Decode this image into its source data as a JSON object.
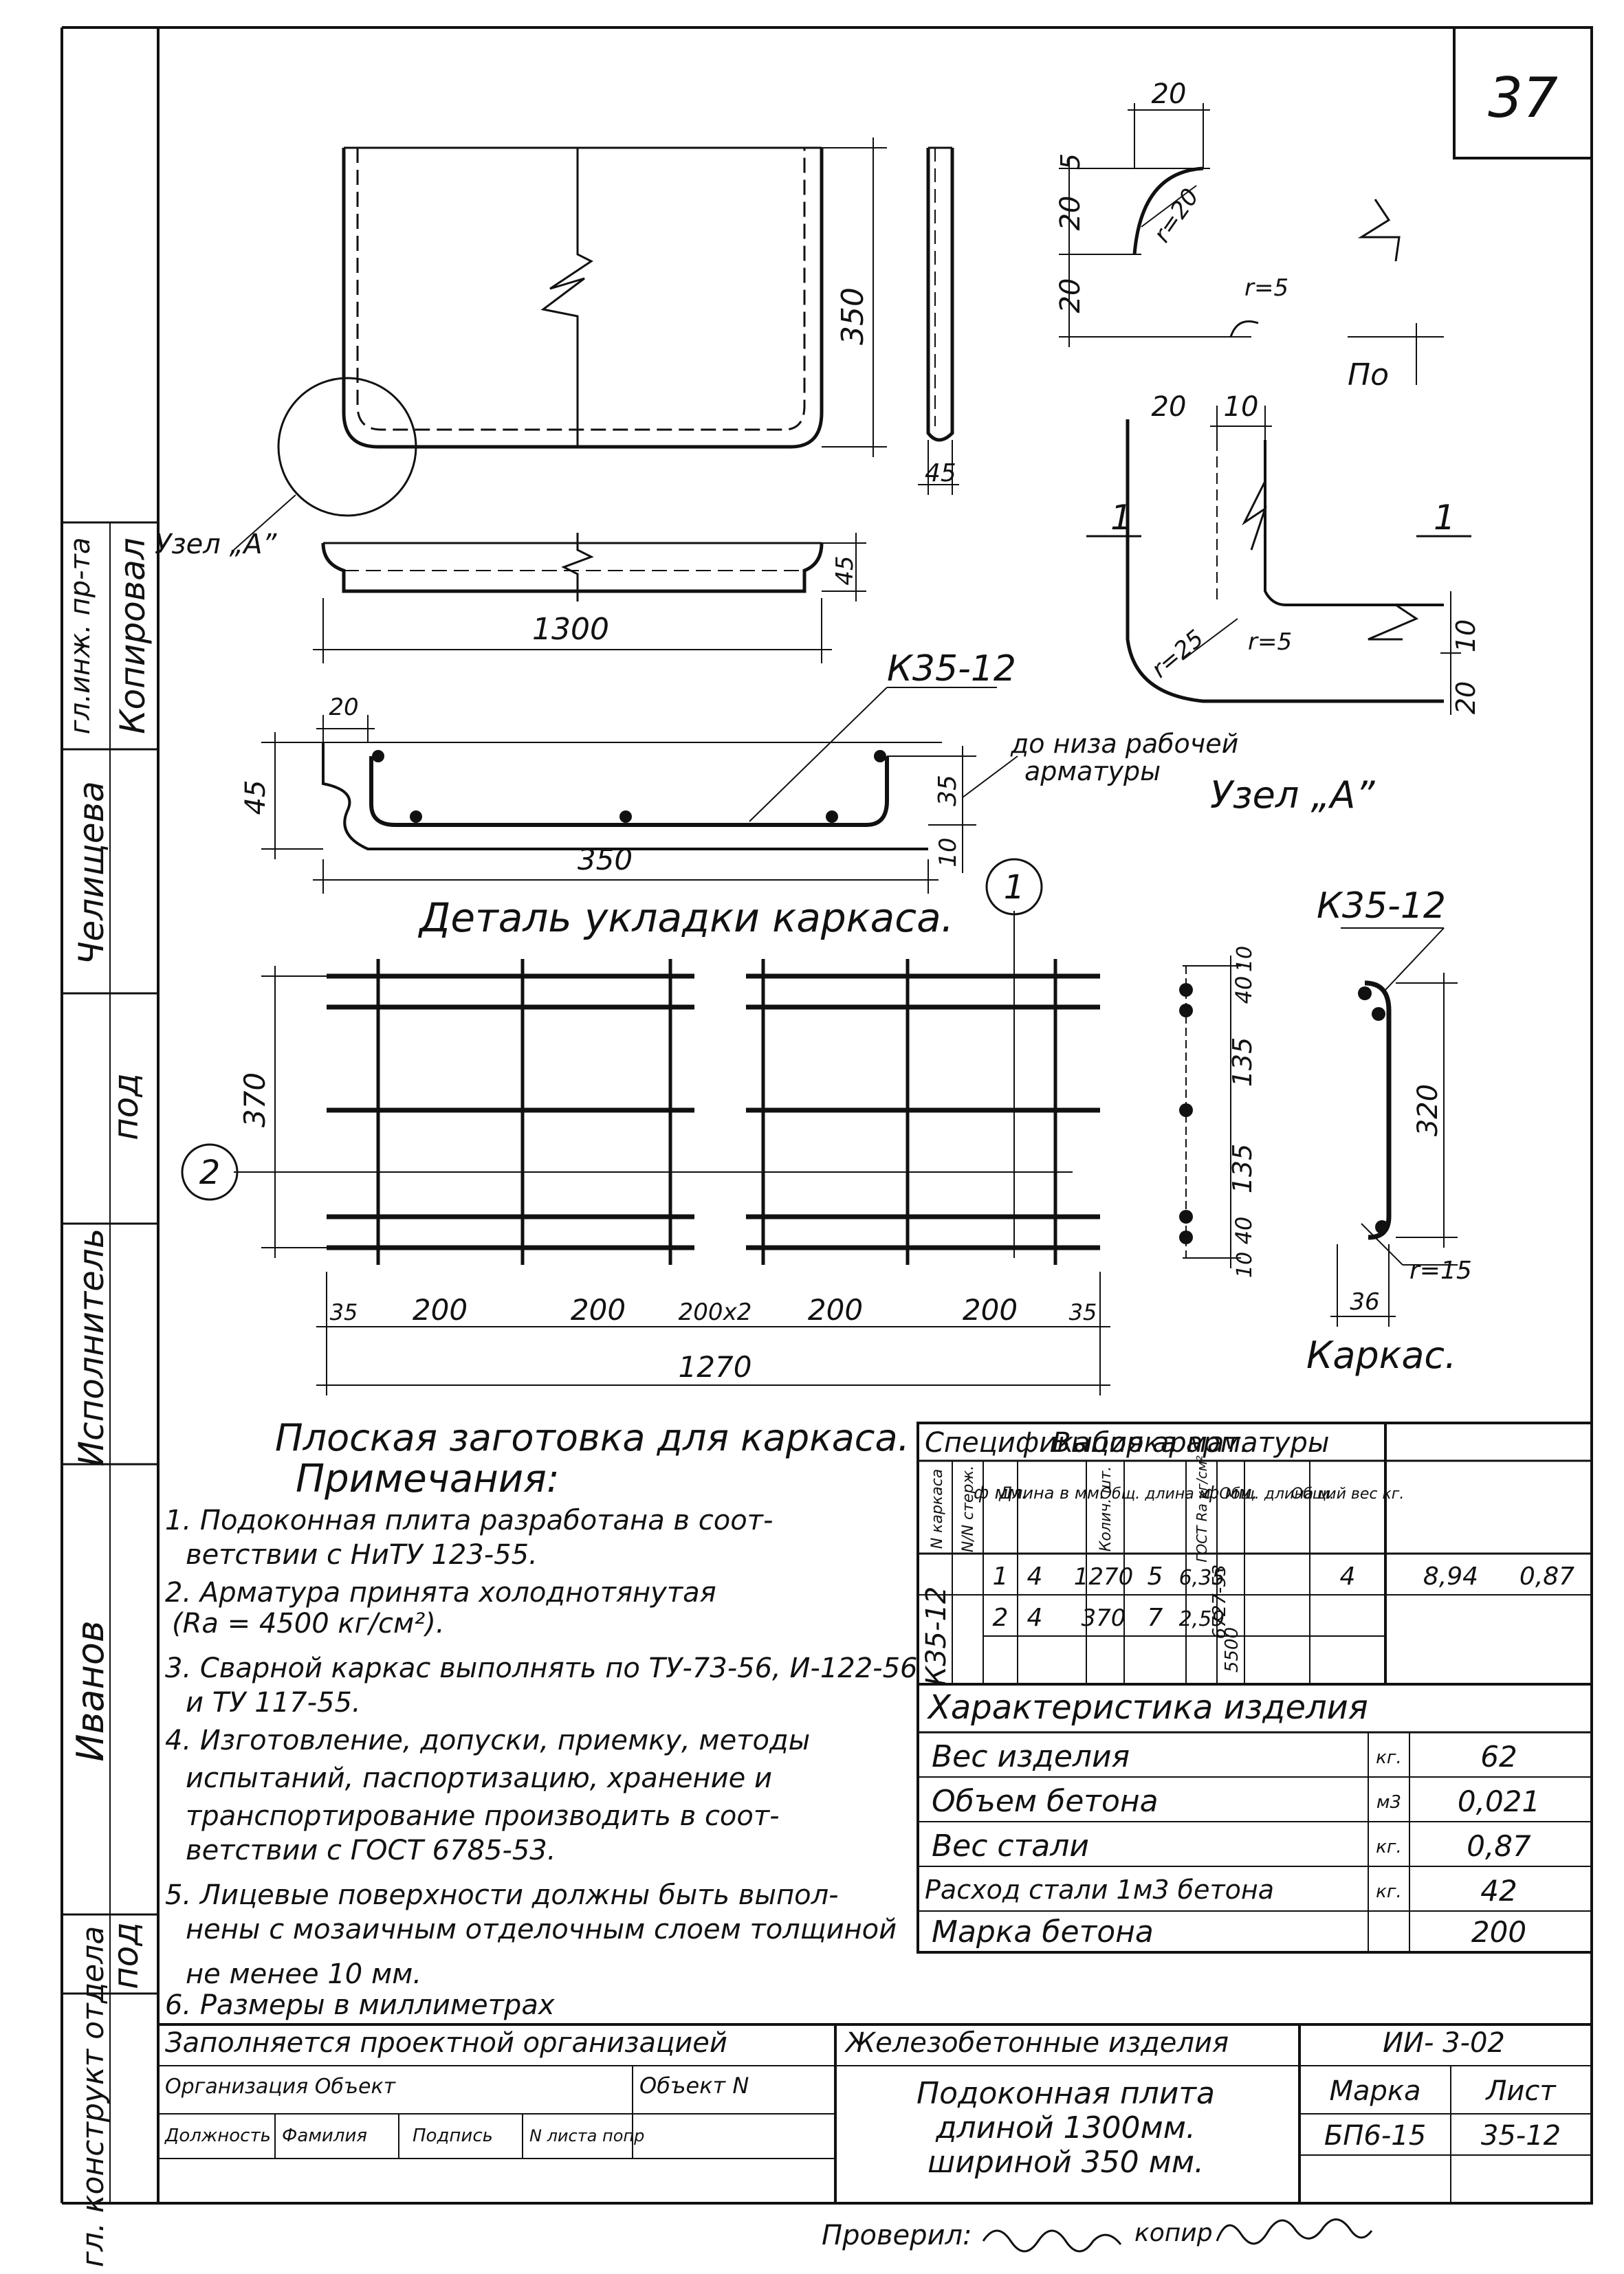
{
  "sheet_number": "37",
  "side_labels": {
    "kopiroval": "Копировал",
    "chelishcheva": "Челищева",
    "ispolnitel": "Исполнитель",
    "ivanov": "Иванов",
    "gl_konstrukt": "гл. конструкт отдела",
    "pod1": "под",
    "pod2": "под",
    "gl_inzh": "гл.инж. пр-та"
  },
  "top_view": {
    "dim_350": "350",
    "dim_45_side": "45",
    "dim_45_front": "45",
    "dim_1300": "1300",
    "uzel_a": "Узел „А”"
  },
  "node_detail": {
    "dim_20_top": "20",
    "dim_5": "5",
    "dim_20_a": "20",
    "dim_20_b": "20",
    "r20": "r=20",
    "r5": "r=5",
    "dim_20_mid": "20",
    "dim_10_mid": "10",
    "label_1_left": "1",
    "label_1_right": "1",
    "r25": "r=25",
    "r5_b": "r=5",
    "dim_10_right": "10",
    "dim_20_right": "20",
    "node_title": "Узел „А”",
    "po": "По"
  },
  "section_detail": {
    "mark": "К35-12",
    "dim_20": "20",
    "dim_45": "45",
    "dim_35": "35",
    "dim_10": "10",
    "dim_350": "350",
    "note1": "до низа рабочей",
    "note2": "арматуры",
    "title": "Деталь укладки каркаса."
  },
  "flat_blank": {
    "circle_1": "1",
    "circle_2": "2",
    "dim_370": "370",
    "dims_bottom": [
      "35",
      "200",
      "200",
      "200х2",
      "200",
      "200",
      "35"
    ],
    "dim_1270": "1270",
    "title": "Плоская заготовка для каркаса."
  },
  "karkas": {
    "mark": "К35-12",
    "dims_left": [
      "10",
      "40",
      "135",
      "135",
      "40",
      "10"
    ],
    "dim_320": "320",
    "r15": "r=15",
    "dim_36": "36",
    "title": "Каркас."
  },
  "notes": {
    "heading": "Примечания:",
    "items": [
      "1. Подоконная плита разработана в соответствии с НиТУ 123-55.",
      "2. Арматура принята холоднотянутая (Ra = 4500 кг/см²).",
      "3. Сварной каркас выполнять по ТУ-73-56, И-122-56 и ТУ 117-55.",
      "4. Изготовление, допуски, приемку, методы испытаний, паспортизацию, хранение и транспортирование производить в соответствии с ГОСТ 6785-53.",
      "5. Лицевые поверхности должны быть выполнены с мозаичным отделочным слоем толщиной не менее 10 мм.",
      "6. Размеры в миллиметрах"
    ]
  },
  "spec_table": {
    "title_left": "Спецификация армат.",
    "title_right": "Выборка арматуры",
    "headers": [
      "N каркаса",
      "N/N стерж.",
      "ф мм.",
      "Длина в мм.",
      "Колич. шт.",
      "Общ. длина м",
      "ГОСТ Ra кг/см²",
      "ф мм.",
      "Общ. длина м.",
      "Общий вес кг."
    ],
    "karkas_mark": "К35-12",
    "rows": [
      [
        "1",
        "4",
        "1270",
        "5",
        "6,35"
      ],
      [
        "2",
        "4",
        "370",
        "7",
        "2,59"
      ]
    ],
    "gost": "6727-53",
    "ra": "5500",
    "vyborka": [
      "4",
      "8,94",
      "0,87"
    ]
  },
  "characteristics": {
    "title": "Характеристика изделия",
    "rows": [
      {
        "label": "Вес изделия",
        "unit": "кг.",
        "value": "62"
      },
      {
        "label": "Объем бетона",
        "unit": "м3",
        "value": "0,021"
      },
      {
        "label": "Вес стали",
        "unit": "кг.",
        "value": "0,87"
      },
      {
        "label": "Расход стали 1м3 бетона",
        "unit": "кг.",
        "value": "42"
      },
      {
        "label": "Марка бетона",
        "unit": "",
        "value": "200"
      }
    ]
  },
  "title_block": {
    "filled_by": "Заполняется проектной организацией",
    "org_obj": "Организация Объект",
    "obj_n": "Объект N",
    "cols": [
      "Должность",
      "Фамилия",
      "Подпись",
      "N листа попр"
    ],
    "category": "Железобетонные изделия",
    "series": "ИИ- 3-02",
    "marka_label": "Марка",
    "list_label": "Лист",
    "name_line1": "Подоконная плита",
    "name_line2": "длиной 1300мм.",
    "name_line3": "шириной 350 мм.",
    "marka": "БП6-15",
    "list": "35-12"
  },
  "footer": {
    "checked": "Проверил:",
    "copied": "копир"
  }
}
